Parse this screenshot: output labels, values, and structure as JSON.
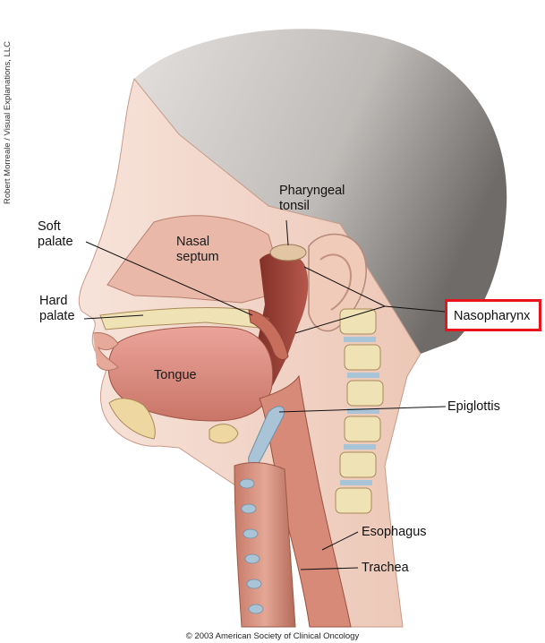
{
  "labels": {
    "soft_palate": [
      "Soft",
      "palate"
    ],
    "nasal_septum": [
      "Nasal",
      "septum"
    ],
    "pharyngeal_tonsil": [
      "Pharyngeal",
      "tonsil"
    ],
    "hard_palate": [
      "Hard",
      "palate"
    ],
    "tongue": "Tongue",
    "nasopharynx": "Nasopharynx",
    "epiglottis": "Epiglottis",
    "esophagus": "Esophagus",
    "trachea": "Trachea"
  },
  "credit": "Robert Morreale / Visual Explanations, LLC",
  "copyright": "© 2003 American Society of Clinical Oncology",
  "colors": {
    "highlight_box": "#e8141a",
    "skin": "#f2d2c4",
    "hair": "#bfbbb8",
    "tissue": "#c97a6a",
    "bone": "#efe2b4",
    "cartilage": "#a9c4d6"
  }
}
